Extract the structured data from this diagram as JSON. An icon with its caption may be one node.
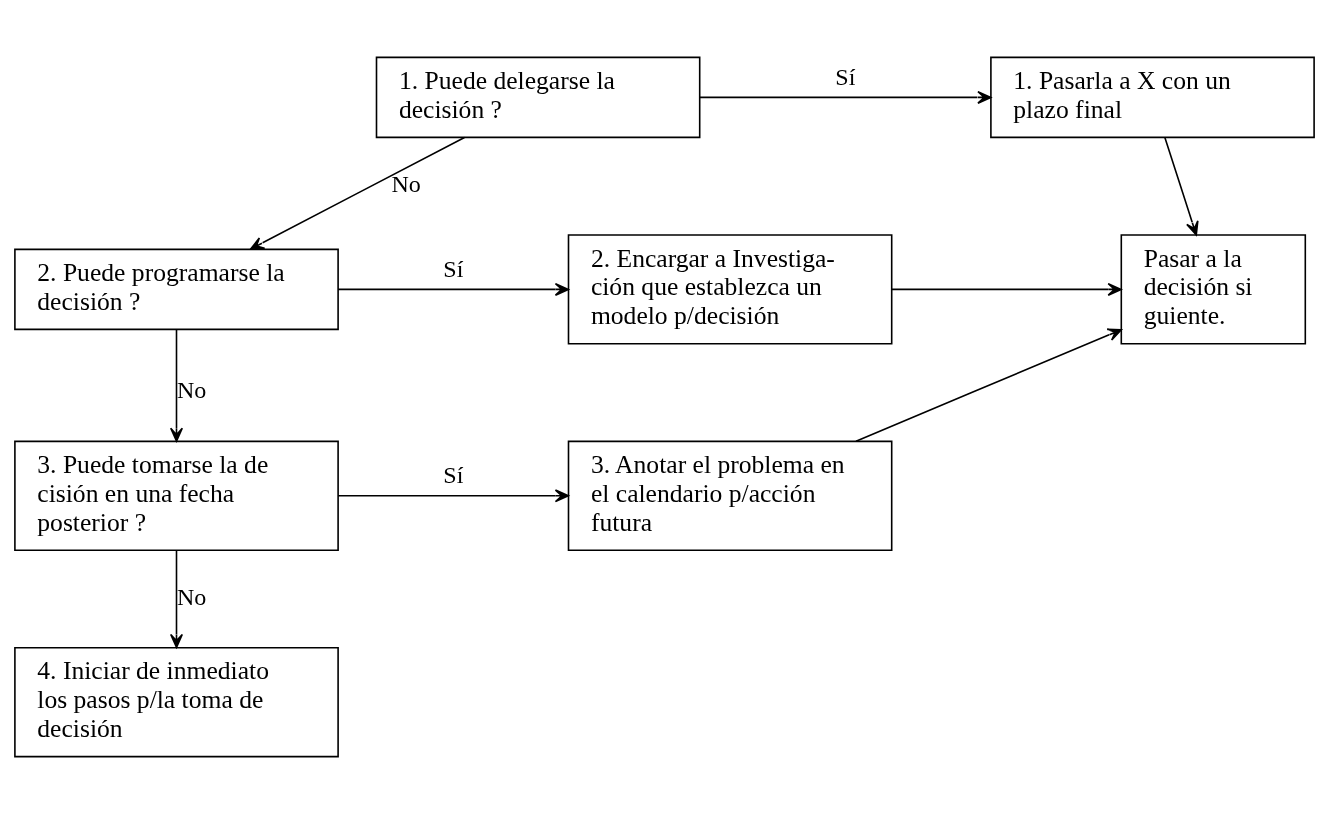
{
  "diagram": {
    "nodes": [
      {
        "text": [
          "1. Puede delegarse la decisión ?"
        ]
      },
      {
        "text": [
          "1. Pasarla a X con un plazo final"
        ]
      },
      {
        "text": [
          "2. Puede programarse la decisión ?"
        ]
      },
      {
        "text": [
          "2. Encargar a Investiga- ción que establezca un modelo p/decisión"
        ]
      },
      {
        "text": [
          "Pasar a la decisión si guiente."
        ]
      },
      {
        "text": [
          "3. Puede tomarse la de cisión en una fecha posterior ?"
        ]
      },
      {
        "text": [
          "3. Anotar el problema en el calendario p/acción futura"
        ]
      },
      {
        "text": [
          "4. Iniciar de inmediato los pasos p/la toma de decisión"
        ]
      }
    ],
    "edges": [
      {
        "from": 0,
        "to": 1,
        "arrow": "to",
        "label": "Sí"
      },
      {
        "from": 0,
        "to": 2,
        "arrow": "to",
        "label": "No"
      },
      {
        "from": 1,
        "to": 4,
        "arrow": "to"
      },
      {
        "from": 2,
        "to": 3,
        "arrow": "to",
        "label": "Sí"
      },
      {
        "from": 3,
        "to": 4,
        "arrow": "to"
      },
      {
        "from": 2,
        "to": 5,
        "arrow": "to",
        "label": "No"
      },
      {
        "from": 5,
        "to": 6,
        "arrow": "to",
        "label": "Sí"
      },
      {
        "from": 6,
        "to": 4,
        "arrow": "to"
      },
      {
        "from": 5,
        "to": 7,
        "arrow": "to",
        "label": "No"
      }
    ]
  }
}
